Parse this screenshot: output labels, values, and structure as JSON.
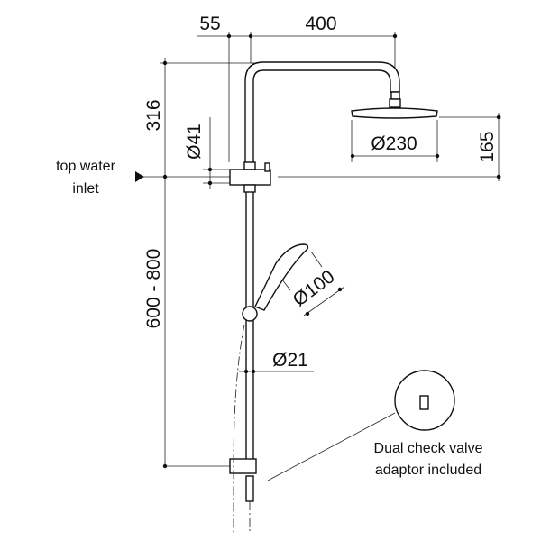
{
  "dimensions": {
    "arm_offset": "55",
    "arm_length": "400",
    "riser_height": "316",
    "mount_diameter": "Ø41",
    "head_diameter": "Ø230",
    "head_drop": "165",
    "handshower_diameter": "Ø100",
    "rail_diameter": "Ø21",
    "rail_height": "600 - 800"
  },
  "labels": {
    "inlet_line1": "top water",
    "inlet_line2": "inlet",
    "valve_line1": "Dual check valve",
    "valve_line2": "adaptor included"
  }
}
